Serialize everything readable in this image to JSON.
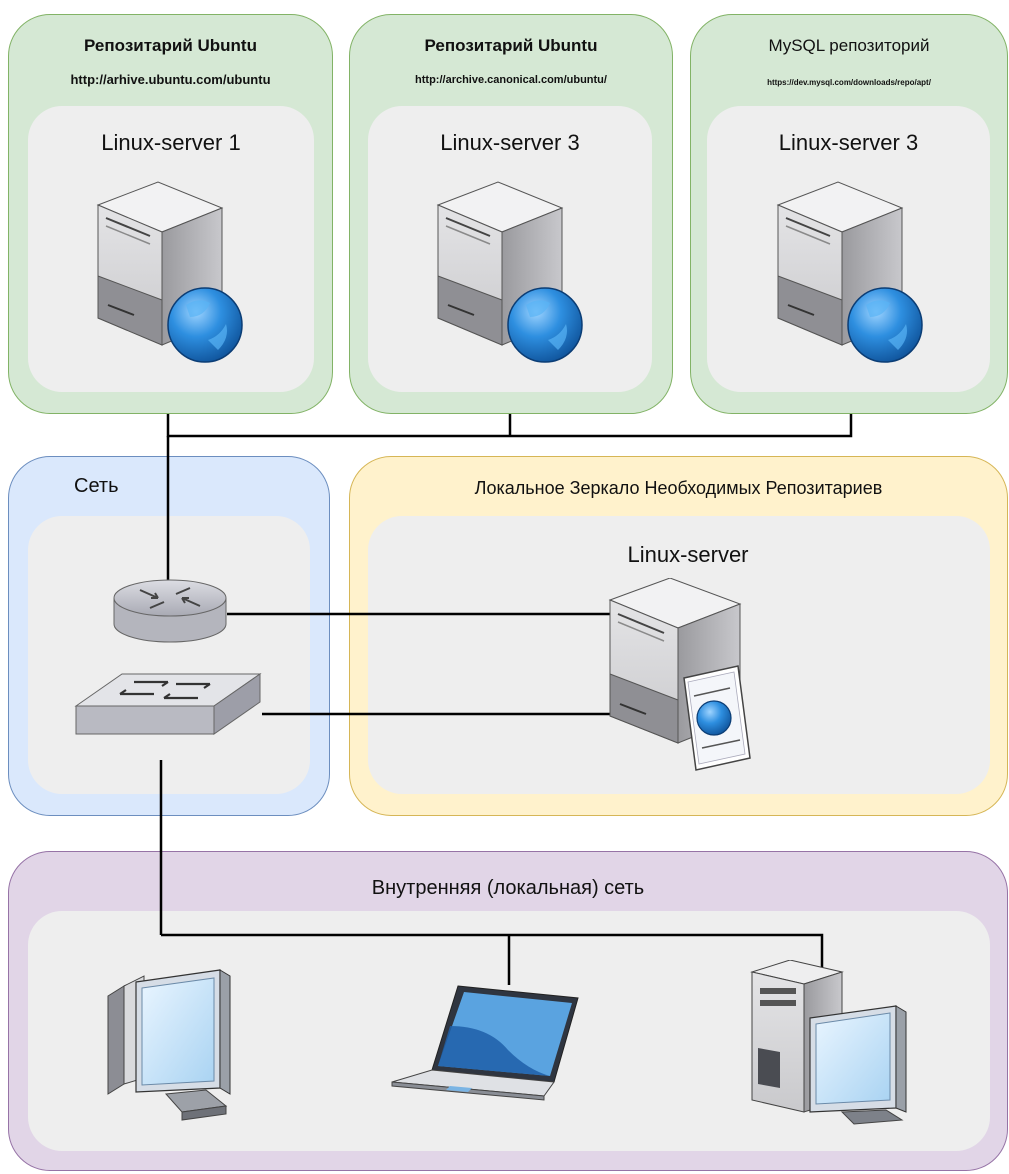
{
  "repos": [
    {
      "title": "Репозитарий Ubuntu",
      "url": "http://arhive.ubuntu.com/ubuntu",
      "server_label": "Linux-server 1"
    },
    {
      "title": "Репозитарий Ubuntu",
      "url": "http://archive.canonical.com/ubuntu/",
      "server_label": "Linux-server 3"
    },
    {
      "title": "MySQL репозиторий",
      "url": "https://dev.mysql.com/downloads/repo/apt/",
      "server_label": "Linux-server 3"
    }
  ],
  "network": {
    "title": "Сеть"
  },
  "mirror": {
    "title": "Локальное Зеркало Необходимых Репозитариев",
    "server_label": "Linux-server"
  },
  "lan": {
    "title": "Внутренняя (локальная) сеть"
  },
  "colors": {
    "repo_fill": "#d5e8d4",
    "repo_border": "#82b366",
    "network_fill": "#dae8fc",
    "network_border": "#6c8ebf",
    "mirror_fill": "#fff2cc",
    "mirror_border": "#d6b656",
    "lan_fill": "#e1d5e7",
    "lan_border": "#9673a6",
    "inner_fill": "#eeeeee",
    "wire": "#000000"
  },
  "icons": [
    "server-globe-icon",
    "router-icon",
    "switch-icon",
    "web-server-document-icon",
    "desktop-pc-icon",
    "laptop-icon",
    "workstation-icon"
  ]
}
